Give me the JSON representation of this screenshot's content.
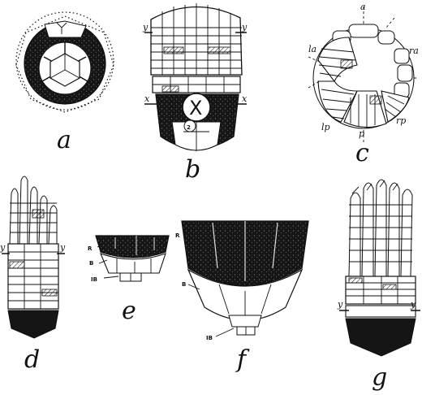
{
  "panels": {
    "a": {
      "letter": "a"
    },
    "b": {
      "letter": "b",
      "marks": {
        "y": "y",
        "x": "x",
        "center": "X",
        "basal": "2"
      }
    },
    "c": {
      "letter": "c",
      "rays": {
        "a": "a",
        "ra": "ra",
        "rp": "rp",
        "p": "p",
        "lp": "lp",
        "la": "la"
      }
    },
    "d": {
      "letter": "d",
      "marks": {
        "y": "y"
      }
    },
    "e": {
      "letter": "e",
      "plates": {
        "R": "R",
        "B": "B",
        "IB": "IB"
      }
    },
    "f": {
      "letter": "f",
      "plates": {
        "R": "R",
        "B": "B",
        "IB": "IB"
      }
    },
    "g": {
      "letter": "g",
      "marks": {
        "y": "y"
      }
    }
  }
}
